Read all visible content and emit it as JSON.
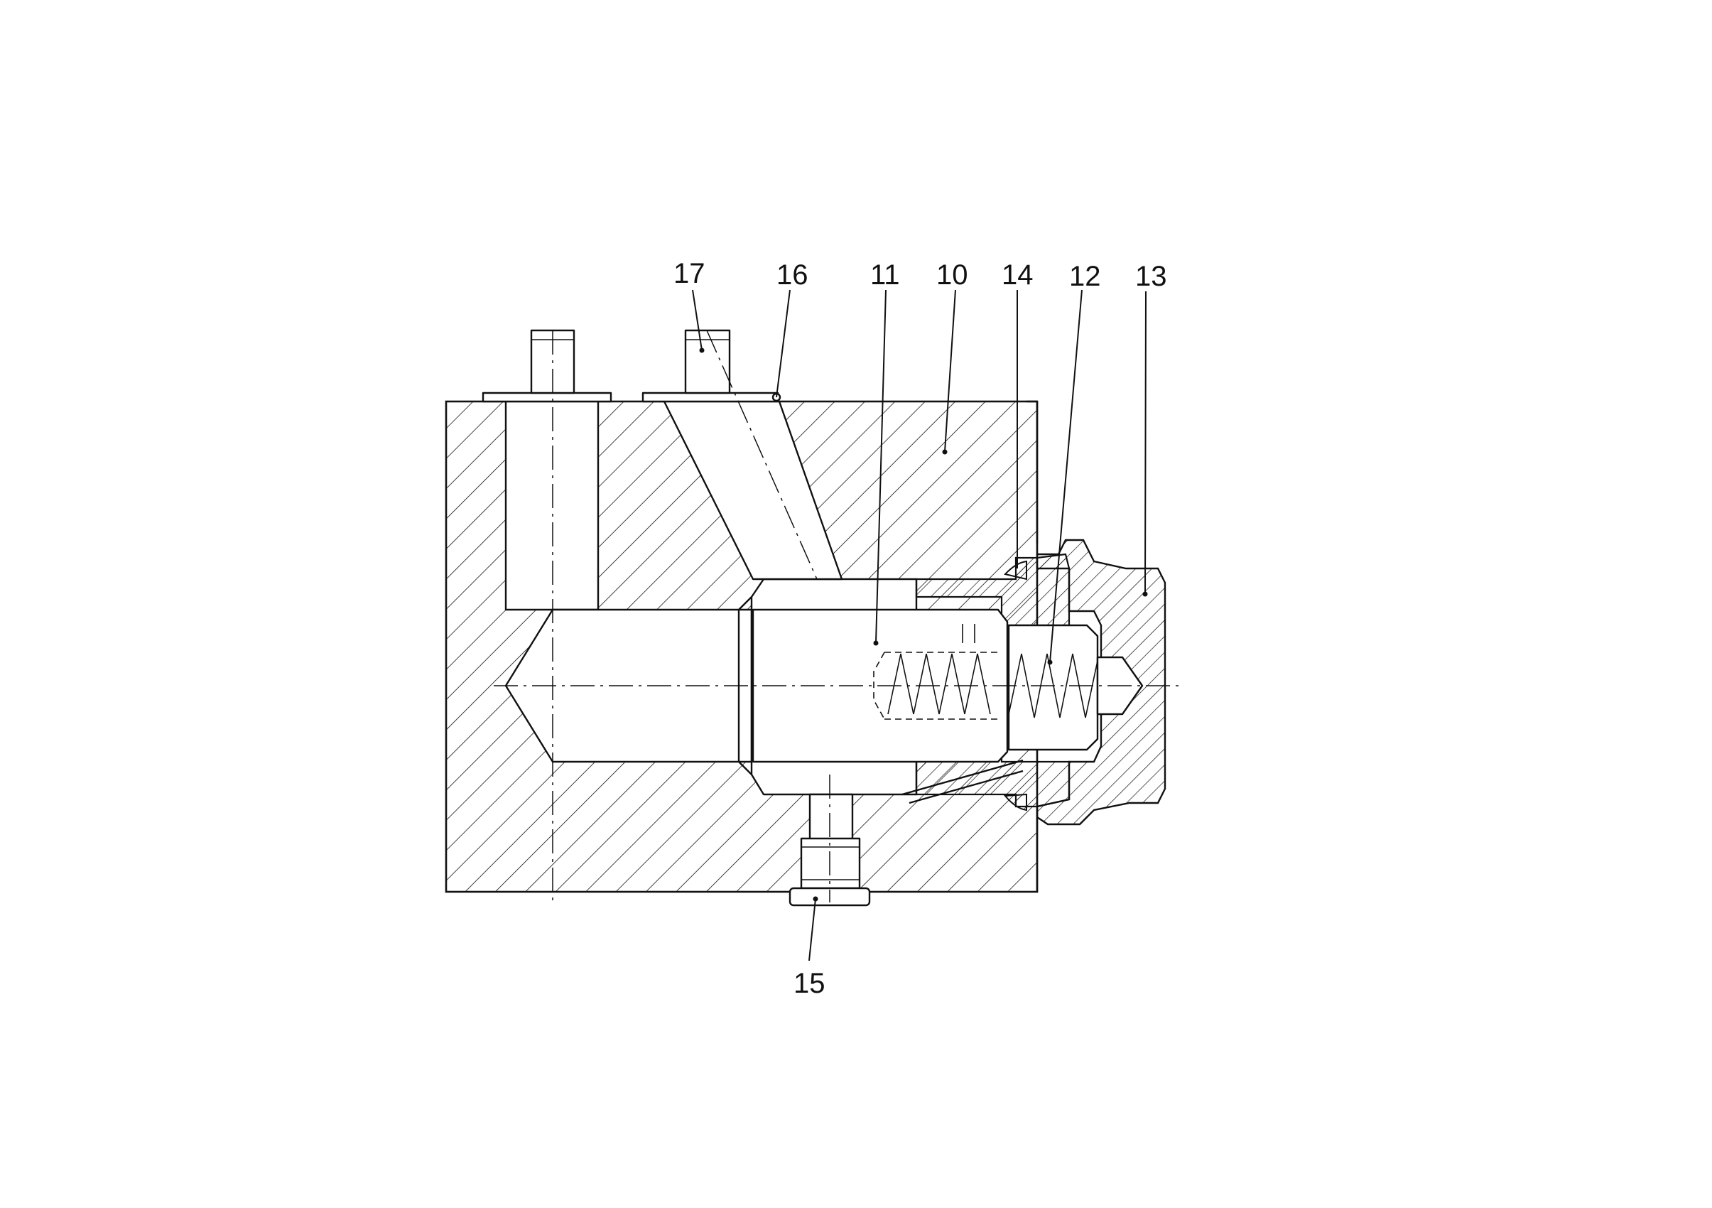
{
  "labels": {
    "l10": "10",
    "l11": "11",
    "l12": "12",
    "l13": "13",
    "l14": "14",
    "l15": "15",
    "l16": "16",
    "l17": "17"
  }
}
